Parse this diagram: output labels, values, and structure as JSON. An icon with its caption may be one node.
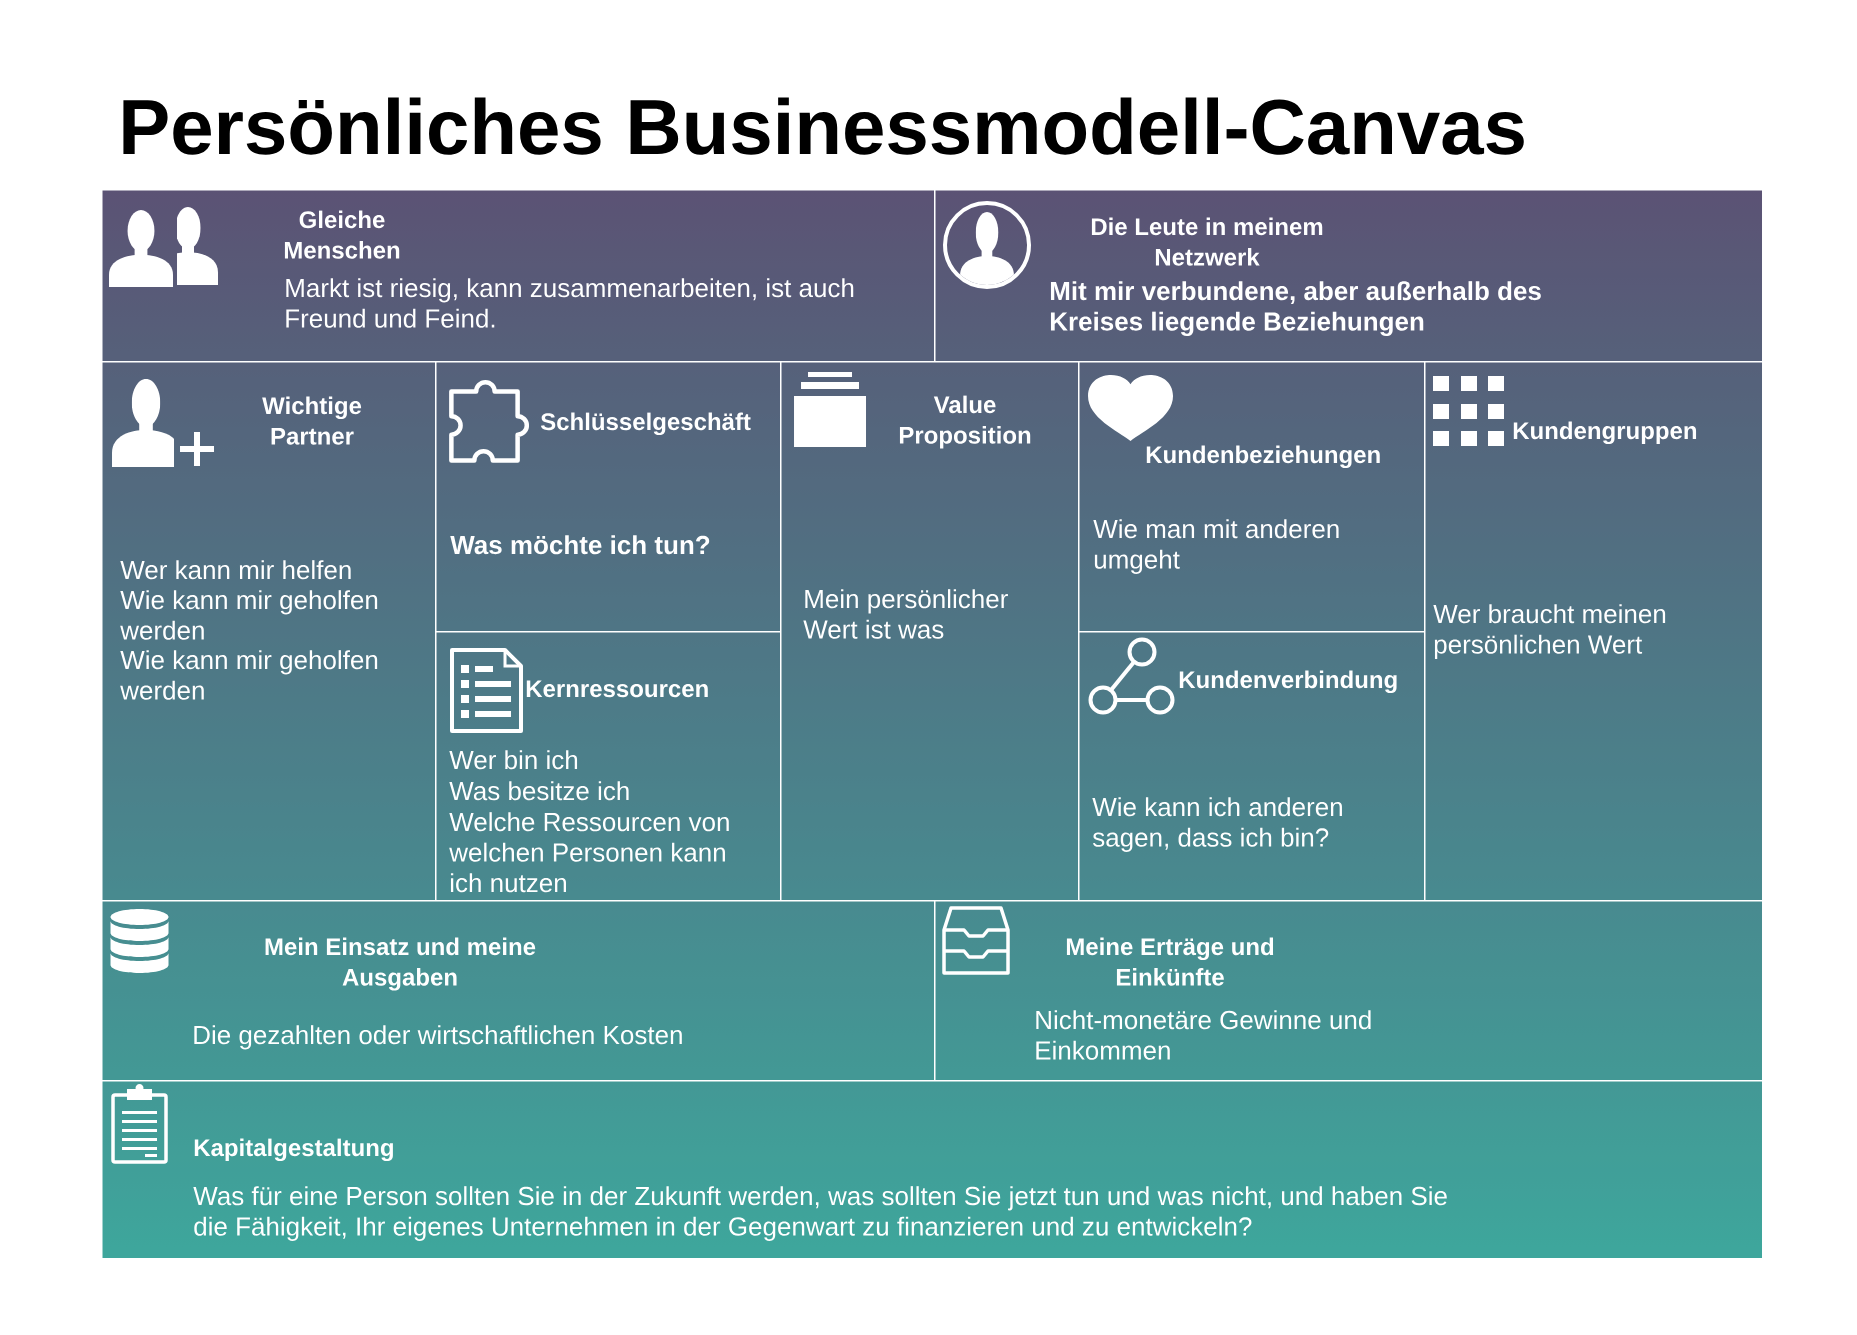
{
  "diagram": {
    "title": "Persönliches Businessmodell-Canvas",
    "nodes": [
      {
        "text": [
          "Gleiche Menschen",
          "Markt ist riesig, kann zusammenarbeiten, ist auch Freund und Feind."
        ]
      },
      {
        "text": [
          "Die Leute in meinem Netzwerk",
          "Mit mir verbundene, aber außerhalb des Kreises liegende Beziehungen"
        ]
      },
      {
        "text": [
          "Wichtige Partner",
          "Wer kann mir helfen",
          "Wie kann mir geholfen werden",
          "Wie kann mir geholfen werden"
        ]
      },
      {
        "text": [
          "Schlüsselgeschäft",
          "Was möchte ich tun?"
        ]
      },
      {
        "text": [
          "Kernressourcen",
          "Wer bin ich",
          "Was besitze ich",
          "Welche Ressourcen von welchen Personen kann ich nutzen"
        ]
      },
      {
        "text": [
          "Value Proposition",
          "Mein persönlicher Wert ist was"
        ]
      },
      {
        "text": [
          "Kundenbeziehungen",
          "Wie man mit anderen umgeht"
        ]
      },
      {
        "text": [
          "Kundenverbindung",
          "Wie kann ich anderen sagen, dass ich bin?"
        ]
      },
      {
        "text": [
          "Kundengruppen",
          "Wer braucht meinen persönlichen Wert"
        ]
      },
      {
        "text": [
          "Mein Einsatz und meine Ausgaben",
          "Die gezahlten oder wirtschaftlichen Kosten"
        ]
      },
      {
        "text": [
          "Meine Erträge und Einkünfte",
          "Nicht-monetäre Gewinne und Einkommen"
        ]
      },
      {
        "text": [
          "Kapitalgestaltung",
          "Was für eine Person sollten Sie in der Zukunft werden, was sollten Sie jetzt tun und was nicht, und haben Sie die Fähigkeit, Ihr eigenes Unternehmen in der Gegenwart zu finanzieren und zu entwickeln?"
        ]
      }
    ]
  }
}
